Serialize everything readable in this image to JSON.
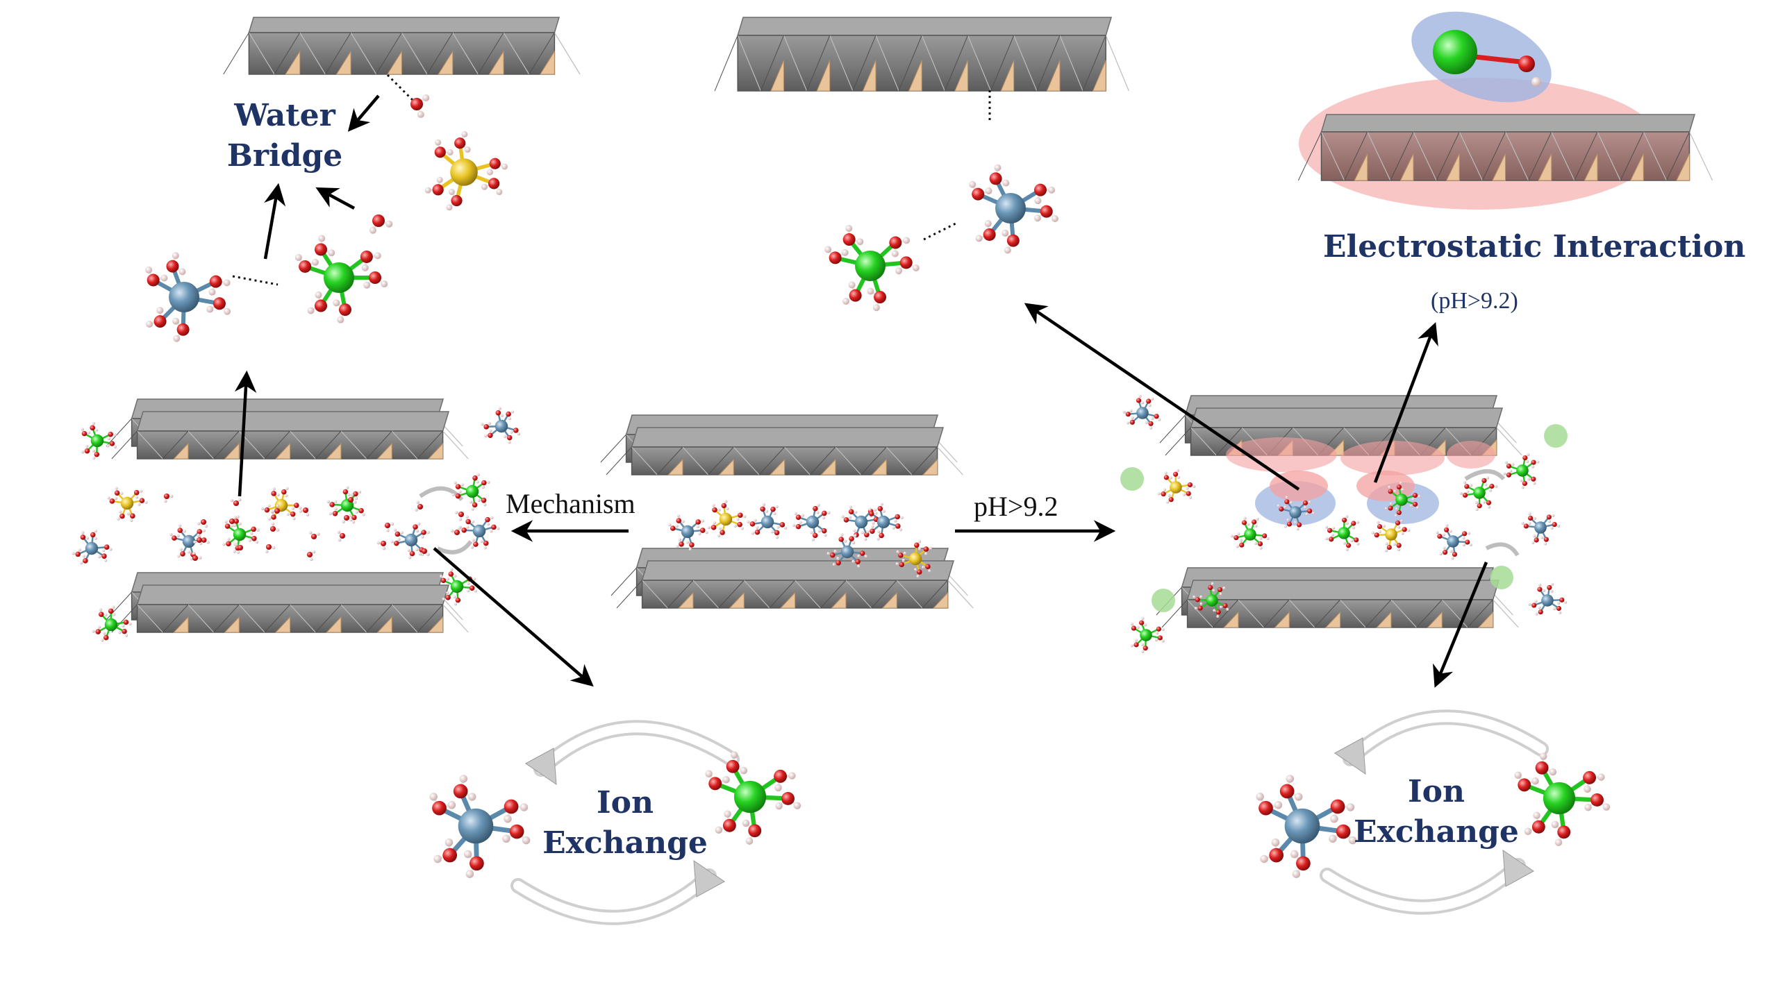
{
  "labels": {
    "water_bridge_line1": "Water",
    "water_bridge_line2": "Bridge",
    "electrostatic": "Electrostatic Interaction",
    "electrostatic_condition": "(pH>9.2)",
    "mechanism": "Mechanism",
    "ph_condition": "pH>9.2",
    "ion_exchange_left_line1": "Ion",
    "ion_exchange_left_line2": "Exchange",
    "ion_exchange_right_line1": "Ion",
    "ion_exchange_right_line2": "Exchange"
  },
  "colors": {
    "layer_gray": "#8a8a8a",
    "layer_dark": "#5c5c5c",
    "layer_edge": "#e9c39a",
    "oxygen": "#d81e1e",
    "hydrogen": "#f2d6d6",
    "cation_blue": "#5b89ab",
    "cation_green": "#22c41f",
    "cation_yellow": "#e8c323",
    "label_navy": "#1f3464",
    "arrow": "#000000",
    "pink_halo": "#f4a0a0",
    "blue_halo": "#8fa6d6",
    "pale_green": "#a6dc95"
  },
  "icons": {
    "arrow": "black-arrow-icon",
    "exchange_cycle": "curved-exchange-arrows-icon"
  }
}
